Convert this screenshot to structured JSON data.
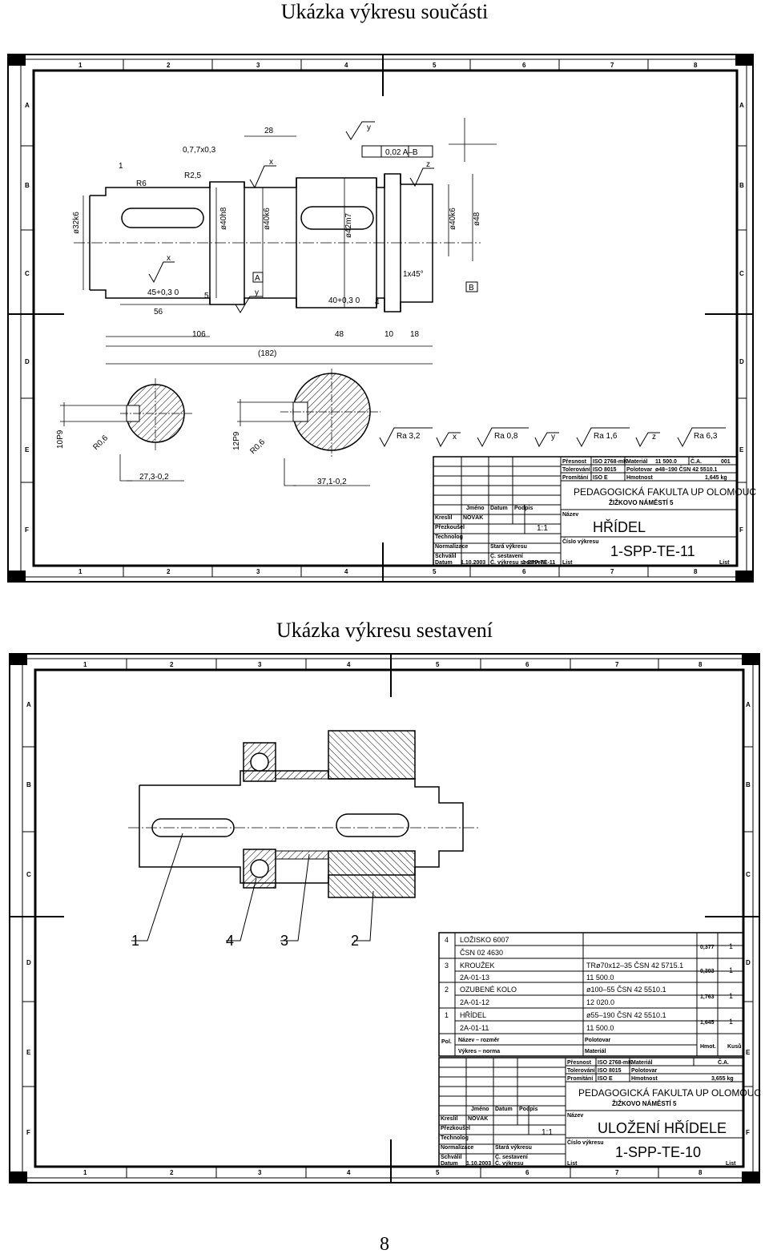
{
  "page": {
    "heading1": "Ukázka výkresu součásti",
    "heading2": "Ukázka výkresu sestavení",
    "page_number": "8"
  },
  "grid": {
    "cols": [
      "1",
      "2",
      "3",
      "4",
      "5",
      "6",
      "7",
      "8"
    ],
    "rows": [
      "A",
      "B",
      "C",
      "D",
      "E",
      "F"
    ]
  },
  "part_drawing": {
    "dims": {
      "d1": "28",
      "d2": "0,7,7x0,3",
      "d3": "R2,5",
      "d4": "1",
      "d5": "R6",
      "d6": "ø32k6",
      "d7": "ø40h8",
      "d8": "ø40k6",
      "d9": "ø42m7",
      "d10": "ø40k6",
      "d11": "ø48",
      "d12": "45+0,3 0",
      "d13": "5",
      "d14": "56",
      "d15": "40+0,3 0",
      "d16": "4",
      "d17": "1x45°",
      "d18": "106",
      "d19": "48",
      "d20": "10",
      "d21": "18",
      "d22": "(182)",
      "d23": "0,02 A–B",
      "d24": "A",
      "d25": "B",
      "d26": "10P9",
      "d27": "R0,6",
      "d28": "27,3-0,2",
      "d29": "12P9",
      "d30": "R0,6",
      "d31": "37,1-0,2"
    },
    "surface_symbols": {
      "x": "x",
      "y": "y",
      "z": "z"
    },
    "roughness": {
      "ra1": "Ra 3,2",
      "eq_x": "x",
      "ra_x": "Ra 0,8",
      "eq_y": "y",
      "ra_y": "Ra 1,6",
      "eq_z": "z",
      "ra_z": "Ra 6,3"
    },
    "title_block": {
      "upper_fields": [
        [
          "Přesnost",
          "ISO 2768-mK",
          "Materiál",
          "11 500.0",
          "Č.A.",
          "001"
        ],
        [
          "Tolerování",
          "ISO 8015",
          "Polotovar",
          "ø48–190 ČSN 42 5510.1"
        ],
        [
          "Promítání",
          "ISO E",
          "Hmotnost",
          "1,645 kg"
        ]
      ],
      "institution": "PEDAGOGICKÁ FAKULTA UP OLOMOUC",
      "address": "ŽIŽKOVO NÁMĚSTÍ 5",
      "name_label": "Název",
      "part_name": "HŘÍDEL",
      "drawing_number_label": "Číslo výkresu",
      "drawing_number": "1-SPP-TE-11",
      "scale": "1:1",
      "sheet_label": "List",
      "col_labels": [
        "Jméno",
        "Datum",
        "Podpis"
      ],
      "row_labels": [
        "Kreslil",
        "Přezkoušel",
        "Technolog",
        "Normalizace",
        "Schválil",
        "Datum"
      ],
      "drawn_by": "NOVÁK",
      "date": "1.10.2003",
      "fields": [
        "Stará výkresu",
        "Č. sestavení",
        "Č. výkresu sestavení"
      ],
      "drawing_ref": "1-SPP-TE-11"
    }
  },
  "assembly_drawing": {
    "callouts": [
      "1",
      "4",
      "3",
      "2"
    ],
    "parts_list": [
      {
        "pos": "4",
        "name": "LOŽISKO 6007",
        "code": "ČSN 02 4630",
        "spec": "",
        "mass": "0,377",
        "qty": "1"
      },
      {
        "pos": "3",
        "name": "KROUŽEK",
        "code": "2A-01-13",
        "spec": "TRø70x12–35 ČSN 42 5715.1",
        "spec2": "11 500.0",
        "mass": "0,303",
        "qty": "1"
      },
      {
        "pos": "2",
        "name": "OZUBENÉ KOLO",
        "code": "2A-01-12",
        "spec": "ø100–55 ČSN 42 5510.1",
        "spec2": "12 020.0",
        "mass": "1,763",
        "qty": "1"
      },
      {
        "pos": "1",
        "name": "HŘÍDEL",
        "code": "2A-01-11",
        "spec": "ø55–190 ČSN 42 5510.1",
        "spec2": "11 500.0",
        "mass": "1,645",
        "qty": "1"
      }
    ],
    "list_header": {
      "pos": "Pol.",
      "name": "Název – rozměr",
      "code": "Výkres – norma",
      "spec": "Polotovar",
      "spec2": "Materiál",
      "mass": "Hmot.",
      "qty": "Kusů"
    },
    "title_block": {
      "upper_fields": [
        [
          "Přesnost",
          "ISO 2768-mK",
          "Materiál",
          "",
          "Č.A.",
          ""
        ],
        [
          "Tolerování",
          "ISO 8015",
          "Polotovar",
          ""
        ],
        [
          "Promítání",
          "ISO E",
          "Hmotnost",
          "3,655 kg"
        ]
      ],
      "institution": "PEDAGOGICKÁ FAKULTA UP OLOMOUC",
      "address": "ŽIŽKOVO NÁMĚSTÍ 5",
      "name_label": "Název",
      "assembly_name": "ULOŽENÍ HŘÍDELE",
      "drawing_number_label": "Číslo výkresu",
      "drawing_number": "1-SPP-TE-10",
      "scale": "1:1",
      "sheet_label": "List",
      "col_labels": [
        "Jméno",
        "Datum",
        "Podpis"
      ],
      "row_labels": [
        "Kreslil",
        "Přezkoušel",
        "Technolog",
        "Normalizace",
        "Schválil",
        "Datum"
      ],
      "drawn_by": "NOVÁK",
      "date": "1.10.2003",
      "fields": [
        "Stará výkresu",
        "Č. sestavení",
        "Č. výkresu"
      ]
    }
  }
}
